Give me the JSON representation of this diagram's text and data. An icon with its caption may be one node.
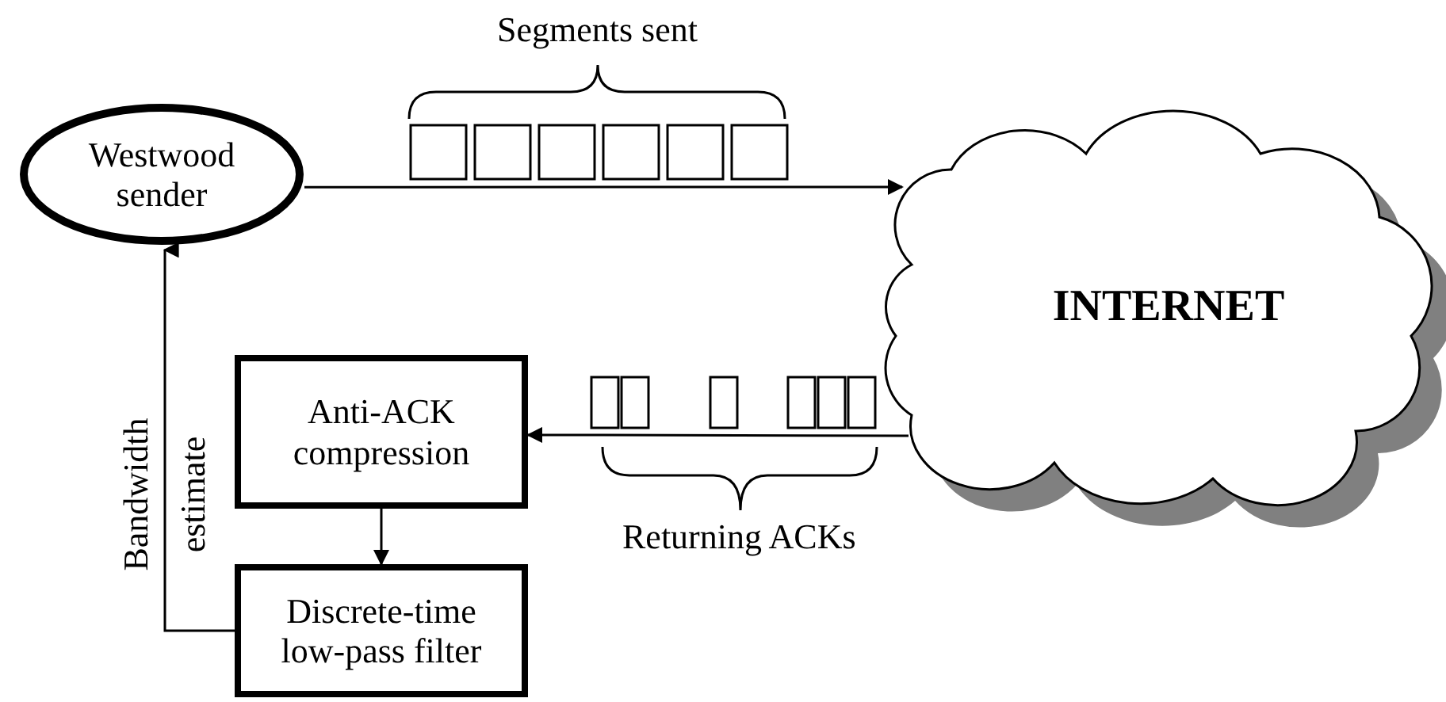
{
  "diagram": {
    "nodes": [
      {
        "text": [
          "Westwood sender"
        ]
      },
      {
        "text": [
          "INTERNET"
        ]
      },
      {
        "text": [
          "Anti-ACK compression"
        ]
      },
      {
        "text": [
          "Discrete-time low-pass filter"
        ]
      }
    ],
    "edges": [
      {
        "from": 0,
        "to": 1,
        "arrow": "to"
      },
      {
        "from": 1,
        "to": 2,
        "arrow": "to"
      },
      {
        "from": 2,
        "to": 3,
        "arrow": "to"
      },
      {
        "from": 3,
        "to": 0,
        "arrow": "to",
        "label": "Bandwidth estimate"
      }
    ],
    "labels": [
      "Segments sent",
      "Returning ACKs"
    ]
  }
}
